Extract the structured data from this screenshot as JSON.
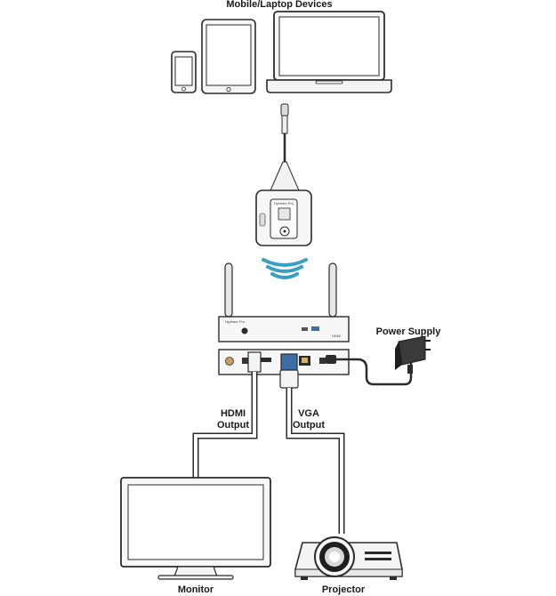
{
  "labels": {
    "devices": "Mobile/Laptop Devices",
    "power_supply": "Power Supply",
    "hdmi_output_line1": "HDMI",
    "hdmi_output_line2": "Output",
    "vga_output_line1": "VGA",
    "vga_output_line2": "Output",
    "monitor": "Monitor",
    "projector": "Projector"
  },
  "device_text": {
    "dongle_brand": "Hyshare Pro",
    "receiver_brand": "Hyshare Pro",
    "hdmi_logo": "HDMI"
  },
  "icons": [
    "smartphone-icon",
    "tablet-icon",
    "laptop-icon",
    "usb-c-dongle-icon",
    "wireless-signal-icon",
    "receiver-unit-icon",
    "power-adapter-icon",
    "monitor-icon",
    "projector-icon"
  ],
  "colors": {
    "wireless_signal": "#3a9fc0",
    "outline": "#2b2b2b",
    "device_fill": "#f4f4f4",
    "cable": "#2b2b2b",
    "vga_port": "#3c6ea8"
  }
}
